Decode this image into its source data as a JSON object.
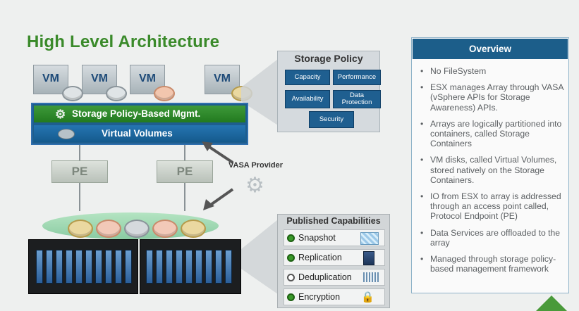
{
  "title": "High Level Architecture",
  "vms": [
    "VM",
    "VM",
    "VM",
    "VM"
  ],
  "mgmt": {
    "spbm_label": "Storage Policy-Based Mgmt.",
    "vvol_label": "Virtual Volumes"
  },
  "pe": [
    "PE",
    "PE"
  ],
  "vasa_label": "VASA Provider",
  "storage_policy": {
    "title": "Storage Policy",
    "items": [
      "Capacity",
      "Performance",
      "Availability",
      "Data Protection",
      "Security"
    ]
  },
  "published_capabilities": {
    "title": "Published Capabilities",
    "items": [
      {
        "label": "Snapshot",
        "enabled": true,
        "icon": "snapshot-icon"
      },
      {
        "label": "Replication",
        "enabled": true,
        "icon": "replication-icon"
      },
      {
        "label": "Deduplication",
        "enabled": false,
        "icon": "deduplication-icon"
      },
      {
        "label": "Encryption",
        "enabled": true,
        "icon": "lock-icon"
      }
    ]
  },
  "overview": {
    "title": "Overview",
    "bullets": [
      "No FileSystem",
      "ESX manages Array through VASA (vSphere APIs for Storage Awareness) APIs.",
      "Arrays are logically partitioned into containers, called Storage Containers",
      "VM disks, called Virtual Volumes, stored natively on the Storage Containers.",
      "IO from ESX to array is addressed through an access point called, Protocol Endpoint (PE)",
      "Data Services are offloaded to the array",
      "Managed through storage policy-based management framework"
    ]
  },
  "colors": {
    "title_green": "#3a8a2a",
    "blue_dark": "#1c5e8a",
    "green_bar": "#2a8a26",
    "disk_colors": [
      "#d8dde0",
      "#d8dde0",
      "#f0c0a8",
      "#e8d8a0",
      "#f2c9b8",
      "#d2d6da",
      "#f2c9b8",
      "#ead9a0"
    ]
  }
}
